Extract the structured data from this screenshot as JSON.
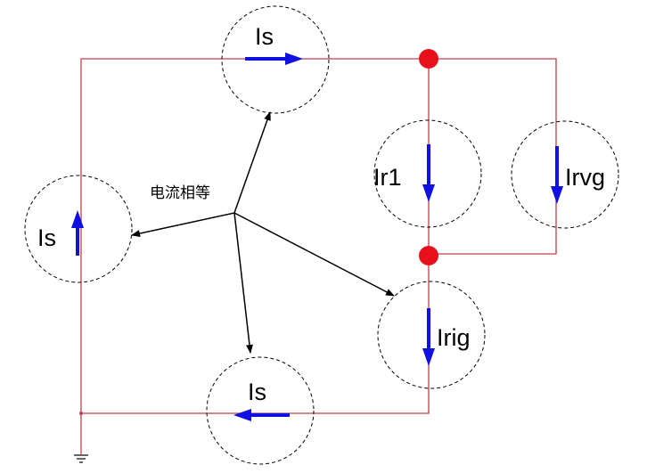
{
  "colors": {
    "wire": "#c0404a",
    "arrow": "#1010e0",
    "node": "#e8101a",
    "pointer": "#000000"
  },
  "labels": {
    "top": "Is",
    "left": "Is",
    "bottom": "Is",
    "ir1": "Ir1",
    "irvg": "Irvg",
    "irig": "Irig",
    "equal_currents": "电流相等"
  },
  "icons": {
    "ground": "ground-icon"
  }
}
